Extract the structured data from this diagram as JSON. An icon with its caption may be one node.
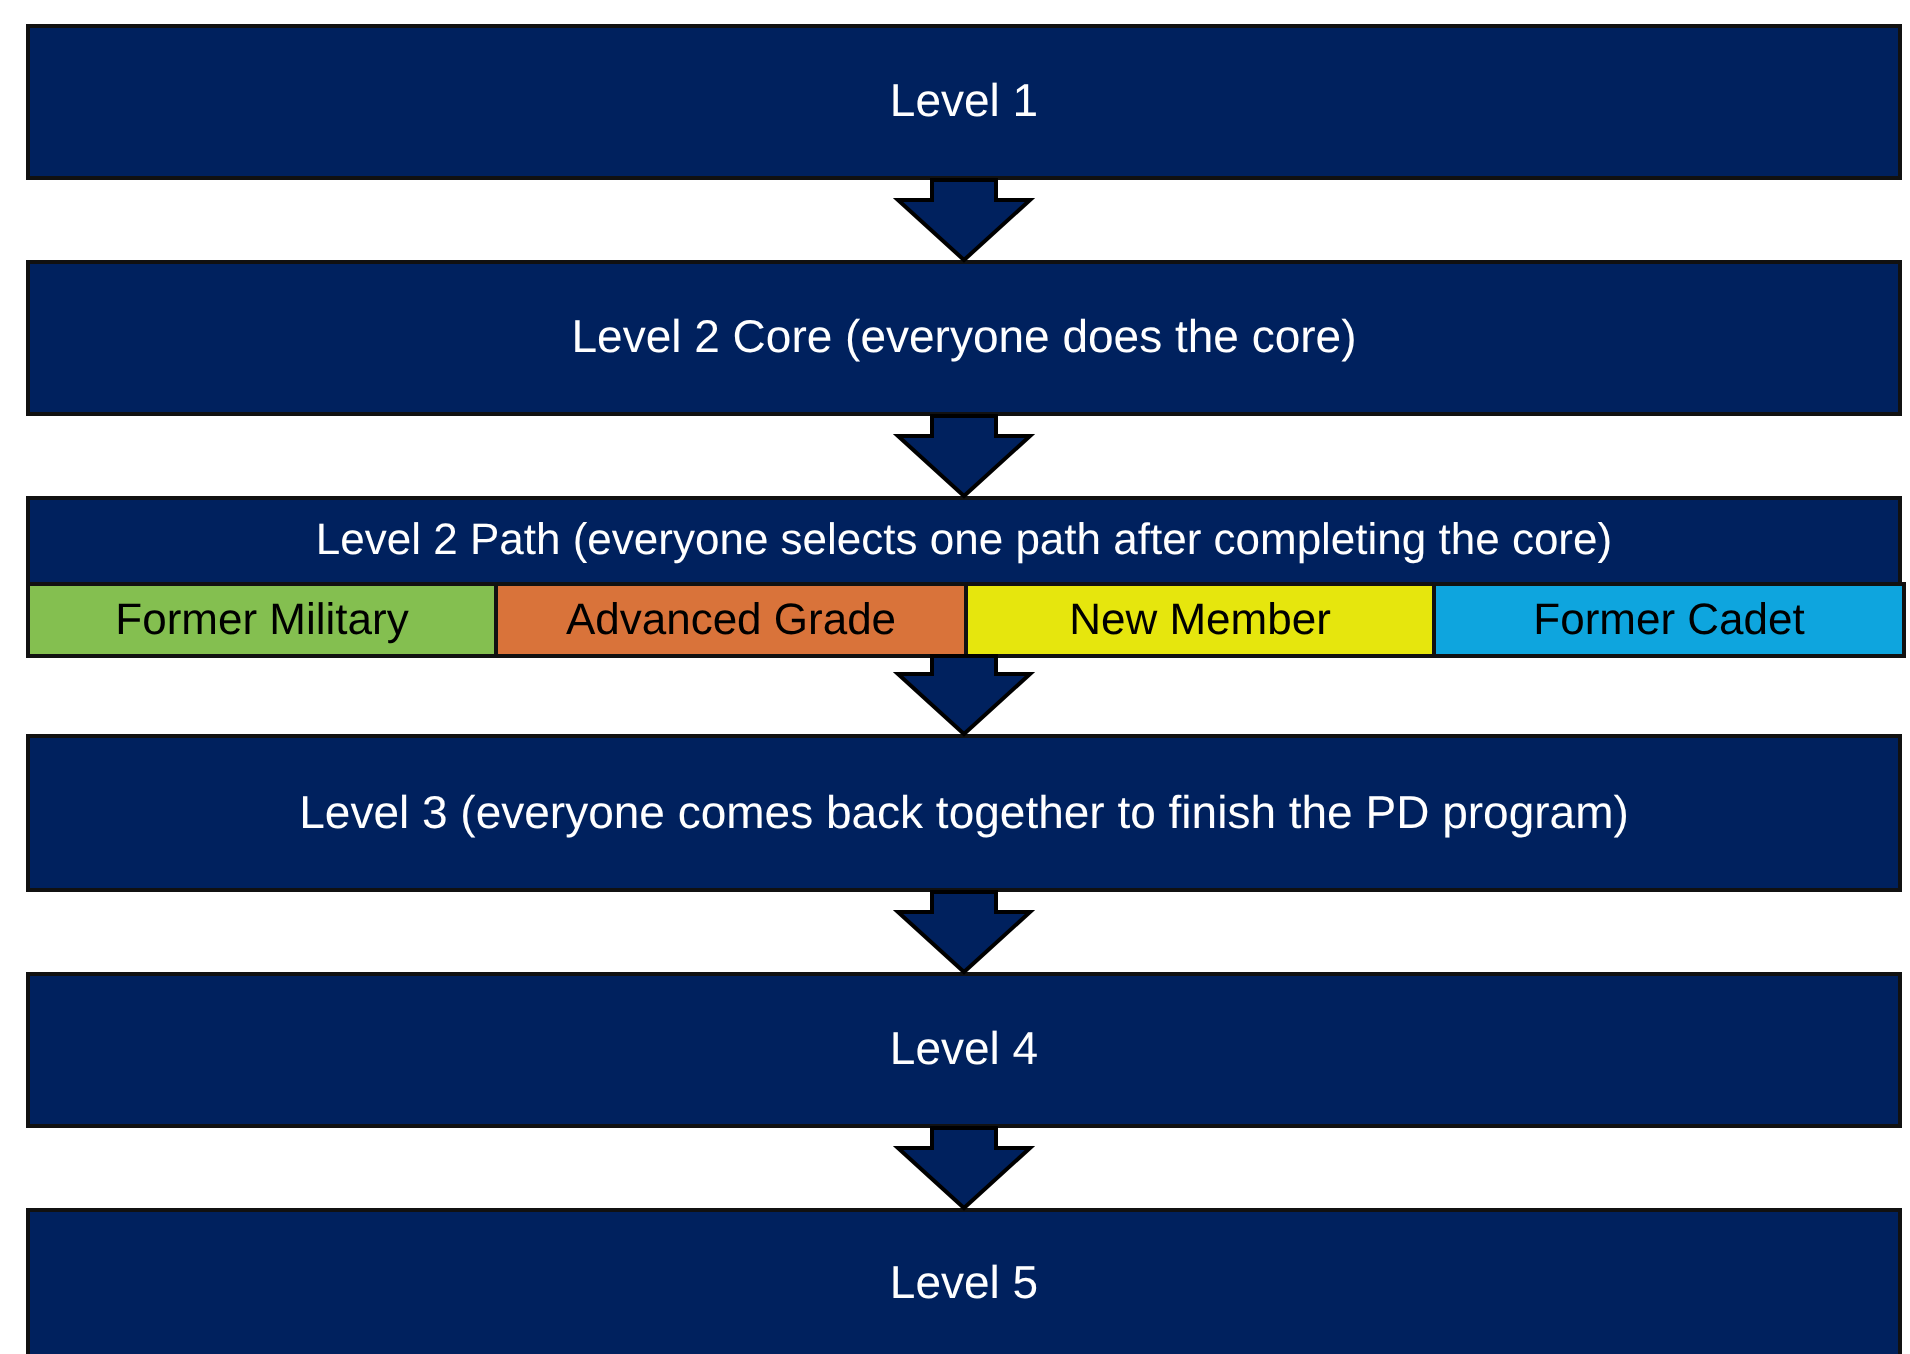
{
  "diagram": {
    "nodes": [
      {
        "text": [
          "Level 1"
        ]
      },
      {
        "text": [
          "Level 2 Core (everyone does the core)"
        ]
      },
      {
        "text": [
          "Level 2 Path (everyone selects one path after completing the core)"
        ]
      },
      {
        "text": [
          "Former Military"
        ],
        "in": 2
      },
      {
        "text": [
          "Advanced Grade"
        ],
        "in": 2
      },
      {
        "text": [
          "New Member"
        ],
        "in": 2
      },
      {
        "text": [
          "Former Cadet"
        ],
        "in": 2
      },
      {
        "text": [
          "Level 3 (everyone comes back together to finish the PD program)"
        ]
      },
      {
        "text": [
          "Level 4"
        ]
      },
      {
        "text": [
          "Level 5"
        ]
      }
    ],
    "edges": [
      {
        "from": 0,
        "to": 1,
        "arrow": "to"
      },
      {
        "from": 1,
        "to": 2,
        "arrow": "to"
      },
      {
        "from": 2,
        "to": 7,
        "arrow": "to"
      },
      {
        "from": 7,
        "to": 8,
        "arrow": "to"
      },
      {
        "from": 8,
        "to": 9,
        "arrow": "to"
      }
    ]
  }
}
